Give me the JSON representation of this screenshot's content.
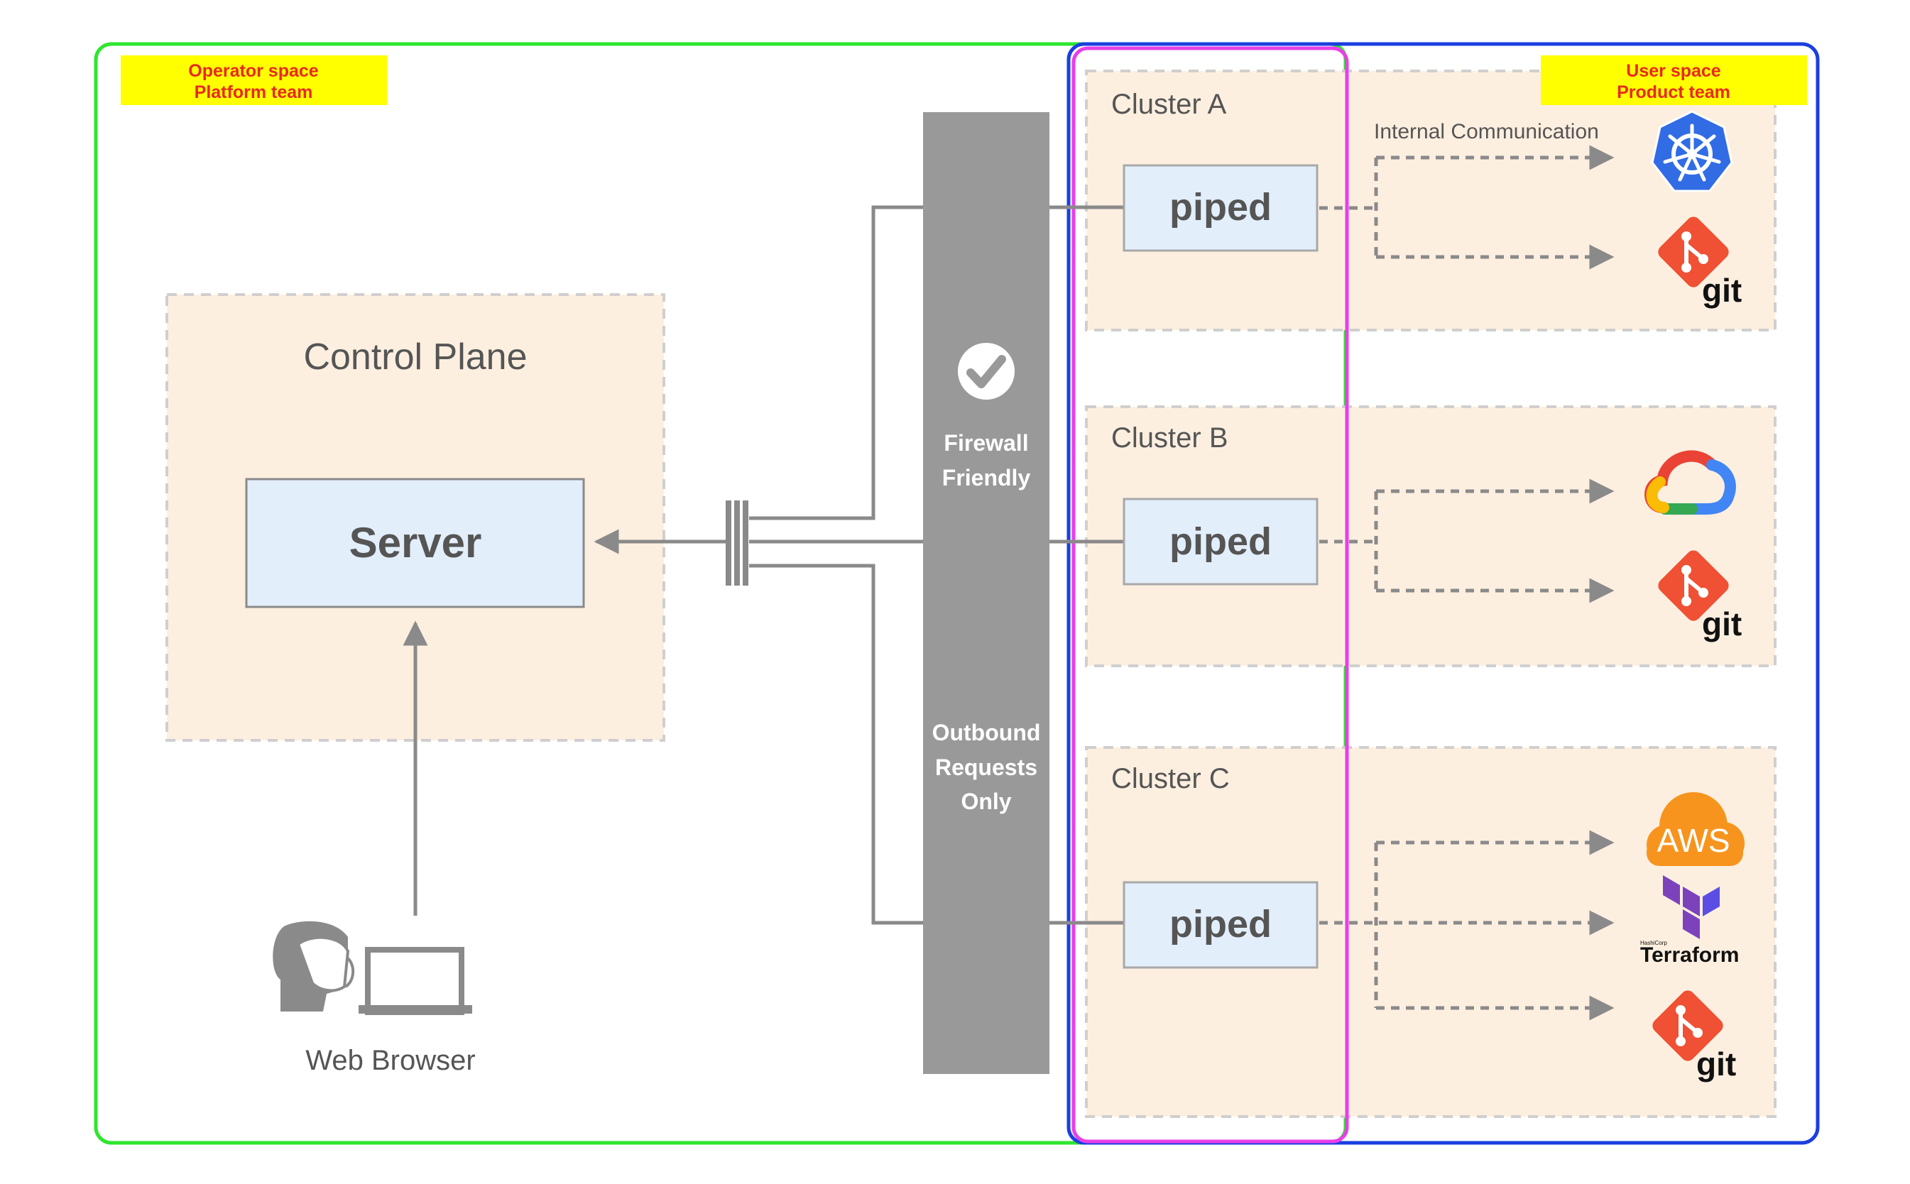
{
  "labels": {
    "operator_line1": "Operator space",
    "operator_line2": "Platform team",
    "user_line1": "User space",
    "user_line2": "Product team",
    "control_plane": "Control Plane",
    "server": "Server",
    "web_browser": "Web Browser",
    "firewall_line1": "Firewall",
    "firewall_line2": "Friendly",
    "outbound_line1": "Outbound",
    "outbound_line2": "Requests",
    "outbound_line3": "Only",
    "internal_communication": "Internal Communication"
  },
  "clusters": [
    {
      "name": "Cluster A",
      "agent": "piped"
    },
    {
      "name": "Cluster B",
      "agent": "piped"
    },
    {
      "name": "Cluster C",
      "agent": "piped"
    }
  ],
  "logos": {
    "git_text": "git",
    "aws_text": "AWS",
    "terraform_text": "Terraform",
    "hashicorp_text": "HashiCorp"
  },
  "colors": {
    "operator_border": "#2ee62e",
    "user_border": "#1a3fe0",
    "piped_highlight": "#e83fe8",
    "label_bg": "#ffff00",
    "label_text": "#e8291c",
    "cluster_bg": "#fdefe0",
    "box_fill": "#e3eefb",
    "firewall": "#999999",
    "git": "#f05033",
    "kubernetes": "#326ce5",
    "aws": "#f7941e",
    "terraform": "#7b42bc"
  }
}
